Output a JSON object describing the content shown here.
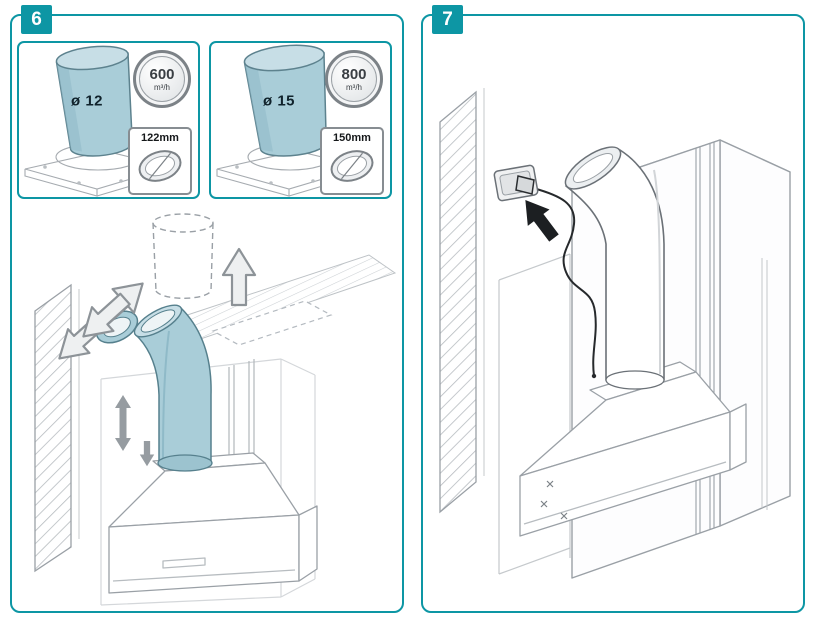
{
  "colors": {
    "accent_teal": "#0d96a4",
    "duct_fill": "#a9cdd8",
    "line_gray": "#9aa0a6"
  },
  "step6": {
    "badge": "6",
    "options": [
      {
        "diameter": "ø 12",
        "airflow_value": "600",
        "airflow_unit": "m³/h",
        "flange_diameter": "122mm"
      },
      {
        "diameter": "ø 15",
        "airflow_value": "800",
        "airflow_unit": "m³/h",
        "flange_diameter": "150mm"
      }
    ]
  },
  "step7": {
    "badge": "7"
  }
}
